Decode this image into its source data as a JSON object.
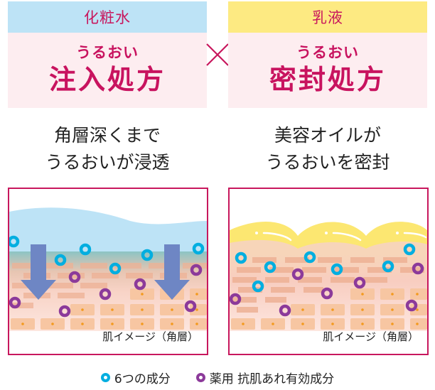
{
  "left": {
    "category": "化粧水",
    "claim_sub": "うるおい",
    "claim_main": "注入処方",
    "desc_line1": "角層深くまで",
    "desc_line2": "うるおいが浸透",
    "caption": "肌イメージ（角層）"
  },
  "right": {
    "category": "乳液",
    "claim_sub": "うるおい",
    "claim_main": "密封処方",
    "desc_line1": "美容オイルが",
    "desc_line2": "うるおいを密封",
    "caption": "肌イメージ（角層）"
  },
  "connector": "times-icon",
  "legend": [
    {
      "icon": "blue-ring-icon",
      "label": "6つの成分"
    },
    {
      "icon": "purple-ring-icon",
      "label": "薬用 抗肌あれ有効成分"
    }
  ],
  "colors": {
    "accent": "#c8175d",
    "blue_bar": "#bde3f6",
    "yellow_bar": "#fdea82",
    "pink_bg": "#fdedf0",
    "ingredient_blue": "#00aee0",
    "ingredient_purple": "#8c3a9a",
    "arrow": "#6e86c4",
    "water": "#bde3f6",
    "oil": "#fce771",
    "cell": "#f7c6a2",
    "cell_dot": "#f39a1e"
  }
}
